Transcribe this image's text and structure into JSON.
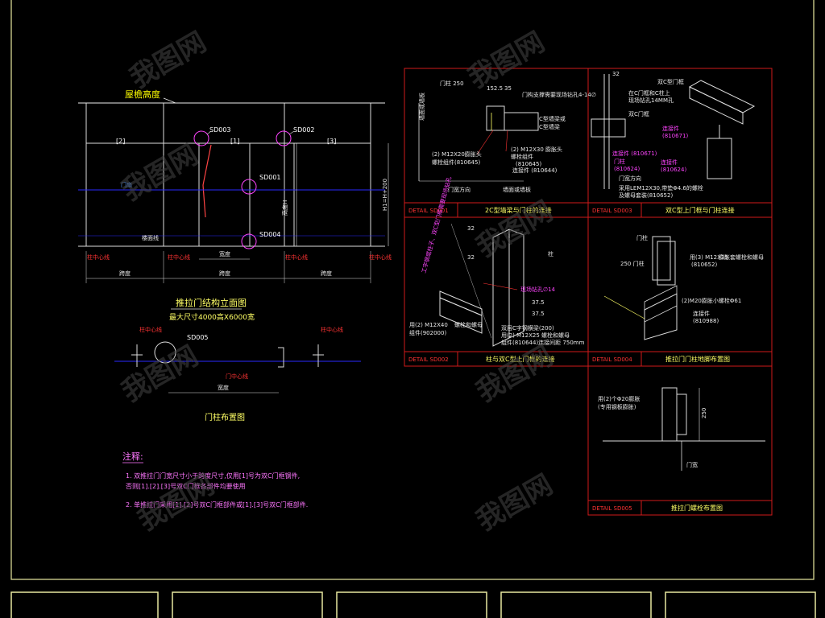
{
  "elevation": {
    "eave_height": "屋檐高度",
    "axis_labels": [
      "[2]",
      "[1]",
      "[3]"
    ],
    "callouts": [
      "SD003",
      "SD002",
      "SD001",
      "SD004"
    ],
    "labels": {
      "door_leaf": "门扇",
      "ground_line": "楼面线",
      "gate_width": "宽度",
      "height": "高度H",
      "height_dim": "H1=H+200",
      "grid_line": "柱中心线",
      "bay": "跨度"
    },
    "title": "推拉门结构立面图",
    "subtitle": "最大尺寸4000高X6000宽"
  },
  "plan": {
    "callout": "SD005",
    "grid_line": "柱中心线",
    "door_center": "门中心线",
    "width": "宽度",
    "title": "门柱布置图"
  },
  "notes": {
    "heading": "注释:",
    "items": [
      "1. 双推拉门门宽尺寸小于跨度尺寸,仅用[1]号为双C门框钢件,",
      "   否则[1].[2].[3]号双C门框各部件均要使用",
      "2. 单推拉门采用[1].[2]号双C门框部件或[1].[3]号双C门框部件."
    ]
  },
  "details": {
    "sd001": {
      "tag": "DETAIL  SD001",
      "title": "2C型墙梁与门柱的连接",
      "texts": [
        "门柱 250",
        "152.5",
        "35",
        "门构支撑需要现场钻孔4-14∅",
        "C型墙梁或",
        "C型墙梁",
        "(2) M12X20膨胀头",
        "螺栓组件(810645)",
        "(2) M12X30 膨胀头",
        "螺栓组件",
        "(810645)",
        "连接件 (810644)",
        "墙面或墙板",
        "门宽方向",
        "墙面或墙板"
      ]
    },
    "sd002": {
      "tag": "DETAIL  SD002",
      "title": "柱与双C型上门框的连接",
      "texts": [
        "32",
        "工字钢或柱子、双C型门框需要现场钻孔",
        "32",
        "柱",
        "现场钻孔∅14",
        "37.5",
        "37.5",
        "用(2) M12X40",
        "螺栓和螺母",
        "组件(902000)",
        "双层C字钢横梁(200)",
        "用(2) M12X25 螺栓和螺母",
        "组件(810644)连接间距 750mm"
      ]
    },
    "sd003": {
      "tag": "DETAIL  SD003",
      "title": "双C型上门框与门柱连接",
      "texts": [
        "32",
        "双C型门框",
        "在C门框和C柱上",
        "现场钻孔14MM孔",
        "双C门框",
        "连接件",
        "(810671)",
        "连接件 (810671)",
        "门柱",
        "(810624)",
        "连接件",
        "(810624)",
        "门宽方向",
        "采用LEM12X30,带垫Φ4.6的螺栓",
        "及螺母套装(810652)"
      ]
    },
    "sd004": {
      "tag": "DETAIL  SD004",
      "title": "推拉门门柱地脚布置图",
      "texts": [
        "门柱",
        "250 门柱",
        "用(3) M12X35",
        "(810652)",
        "膨胀套螺栓和螺母",
        "(2)M20膨胀小螺栓Φ61",
        "连接件",
        "(810988)"
      ]
    },
    "sd005": {
      "tag": "DETAIL  SD005",
      "title": "推拉门螺栓布置图",
      "texts": [
        "用(2)个Φ20膨胀",
        "(专用钢板膨胀)",
        "250",
        "门宽"
      ]
    }
  },
  "watermark": "我图网",
  "colors": {
    "background": "#000000",
    "frame": "#f0f0a0",
    "detail_border": "#d01a1a",
    "text": "#ffff66",
    "leader": "#ff3333",
    "grid": "#4a4aff",
    "callout": "#ff44ff"
  }
}
